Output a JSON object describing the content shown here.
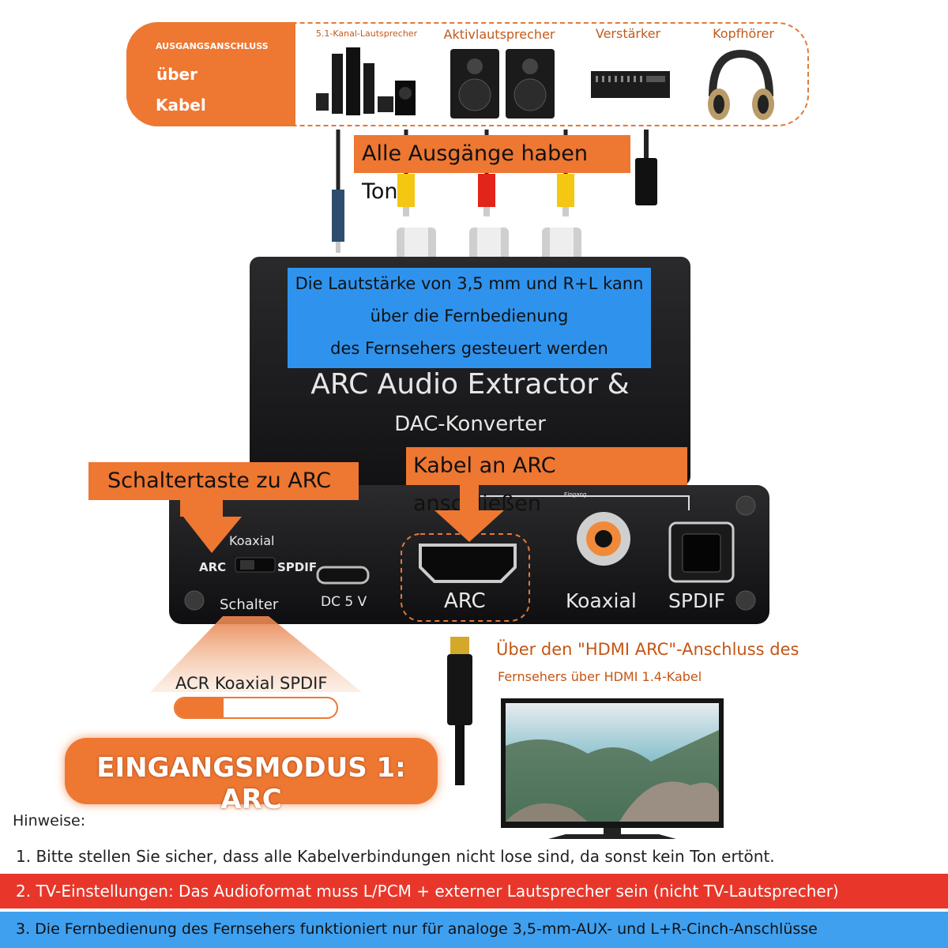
{
  "output": {
    "tag_line1": "AUSGANGSANSCHLUSS",
    "tag_line2": "über",
    "tag_line3": "Kabel",
    "devices": [
      "5.1-Kanal-Lautsprecher",
      "Aktivlautsprecher",
      "Verstärker",
      "Kopfhörer"
    ]
  },
  "all_outputs": "Alle Ausgänge haben Ton",
  "volume_note": [
    "Die Lautstärke von 3,5 mm und R+L kann",
    "über die Fernbedienung",
    "des Fernsehers gesteuert werden"
  ],
  "product": {
    "title": "ARC Audio Extractor &",
    "subtitle": "DAC-Konverter"
  },
  "switch_hint": "Schaltertaste zu ARC",
  "arc_hint": "Kabel an ARC anschließen",
  "panel": {
    "koaxial_top": "Koaxial",
    "arc_small": "ARC",
    "spdif_small": "SPDIF",
    "switch": "Schalter",
    "dc": "DC 5 V",
    "eingang": "Eingang",
    "arc_port": "ARC",
    "koaxial_port": "Koaxial",
    "spdif_port": "SPDIF"
  },
  "mode_scale": "ACR Koaxial SPDIF",
  "mode_progress": 0.3,
  "mode_badge": "EINGANGSMODUS 1: ARC",
  "hdmi_note1": "Über den \"HDMI ARC\"-Anschluss des",
  "hdmi_note2": "Fernsehers über HDMI 1.4-Kabel",
  "notes_title": "Hinweise:",
  "notes": [
    "1. Bitte stellen Sie sicher, dass alle Kabelverbindungen nicht lose sind, da sonst kein Ton ertönt.",
    "2. TV-Einstellungen: Das Audioformat muss L/PCM + externer Lautsprecher sein (nicht TV-Lautsprecher)",
    "3. Die Fernbedienung des Fernsehers funktioniert nur für analoge 3,5-mm-AUX- und L+R-Cinch-Anschlüsse"
  ],
  "colors": {
    "orange": "#ee7732",
    "blue": "#2f93ee",
    "red": "#e8372a",
    "note_blue": "#3fa0f0"
  }
}
